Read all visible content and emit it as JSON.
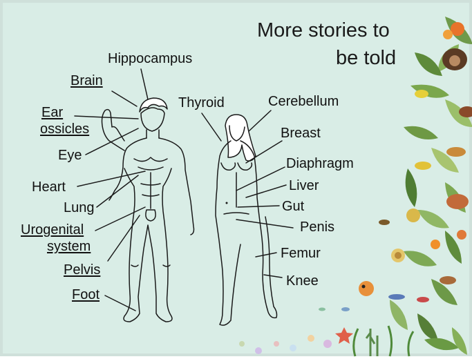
{
  "title": {
    "line1": "More stories to",
    "line2": "be told"
  },
  "male_labels": {
    "hippocampus": "Hippocampus",
    "brain": "Brain",
    "ear_ossicles_1": "Ear",
    "ear_ossicles_2": "ossicles",
    "eye": "Eye",
    "heart": "Heart",
    "lung": "Lung",
    "urogenital_1": "Urogenital",
    "urogenital_2": "system",
    "pelvis": "Pelvis",
    "foot": "Foot"
  },
  "female_labels": {
    "thyroid": "Thyroid",
    "cerebellum": "Cerebellum",
    "breast": "Breast",
    "diaphragm": "Diaphragm",
    "liver": "Liver",
    "gut": "Gut",
    "penis": "Penis",
    "femur": "Femur",
    "knee": "Knee"
  },
  "underlined_labels": [
    "Brain",
    "Ear ossicles",
    "Urogenital system",
    "Pelvis",
    "Foot"
  ],
  "colors": {
    "background": "#d9ede6",
    "text": "#111111",
    "line": "#1a1a1a"
  }
}
